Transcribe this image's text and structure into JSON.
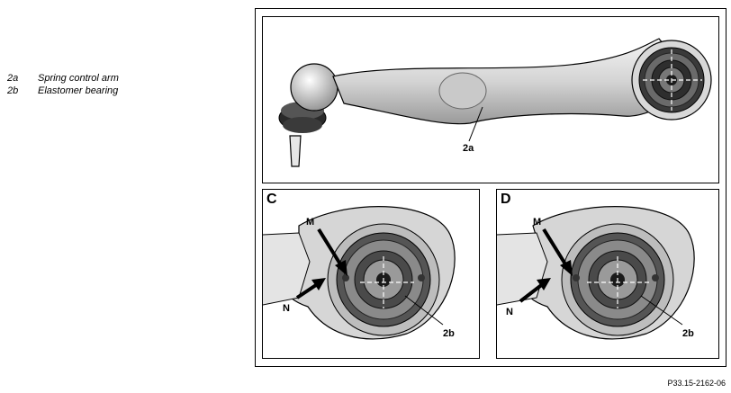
{
  "legend": [
    {
      "key": "2a",
      "text": "Spring control arm"
    },
    {
      "key": "2b",
      "text": "Elastomer bearing"
    }
  ],
  "panels": {
    "top": {
      "callout": "2a"
    },
    "c": {
      "letter": "C",
      "callout_m": "M",
      "callout_n": "N",
      "callout_part": "2b"
    },
    "d": {
      "letter": "D",
      "callout_m": "M",
      "callout_n": "N",
      "callout_part": "2b"
    }
  },
  "reference_code": "P33.15-2162-06"
}
